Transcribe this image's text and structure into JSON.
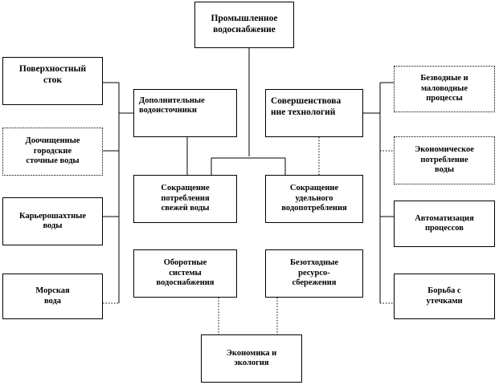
{
  "nodes": {
    "main": "Промышленное\nводоснабжение",
    "surface_runoff": "Поверхностный\nсток",
    "treated_wastewater": "Доочищенные\nгородские\nсточные воды",
    "quarry_water": "Карьерошахтные\nводы",
    "sea_water": "Морская\nвода",
    "additional_sources": "Дополнительные\nводоисточники",
    "tech_improvement": "Совершенствова\nние технологий",
    "fresh_reduction": "Сокращение\nпотребления\nсвежей воды",
    "specific_reduction": "Сокращение\nудельного\nводопотребления",
    "recycling_systems": "Оборотные\nсистемы\nводоснабжения",
    "resource_saving": "Безотходные\nресурсо-\nсбережения",
    "economy_ecology": "Экономика и\nэкология",
    "waterless": "Безводные и\nмаловодные\nпроцессы",
    "economic_consumption": "Экономическое\nпотребление\nводы",
    "automation": "Автоматизация\nпроцессов",
    "leak_control": "Борьба с\nутечками"
  }
}
